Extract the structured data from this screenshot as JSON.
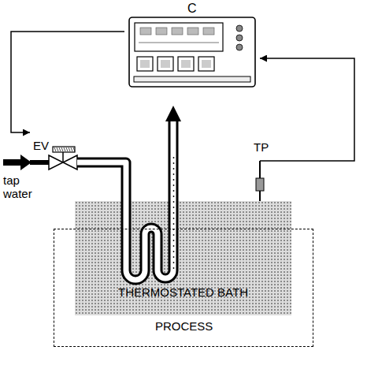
{
  "diagram": {
    "nodes": [
      {
        "text": [
          "C"
        ]
      },
      {
        "text": [
          "EV"
        ]
      },
      {
        "text": [
          "TP"
        ]
      },
      {
        "text": [
          "THERMOSTATED BATH"
        ]
      },
      {
        "text": [
          "PROCESS"
        ]
      }
    ],
    "edges": [
      {
        "from": 0,
        "to": 1,
        "arrow": "to"
      },
      {
        "from": 2,
        "to": 0,
        "arrow": "to"
      }
    ],
    "labels": [
      "tap water"
    ]
  }
}
